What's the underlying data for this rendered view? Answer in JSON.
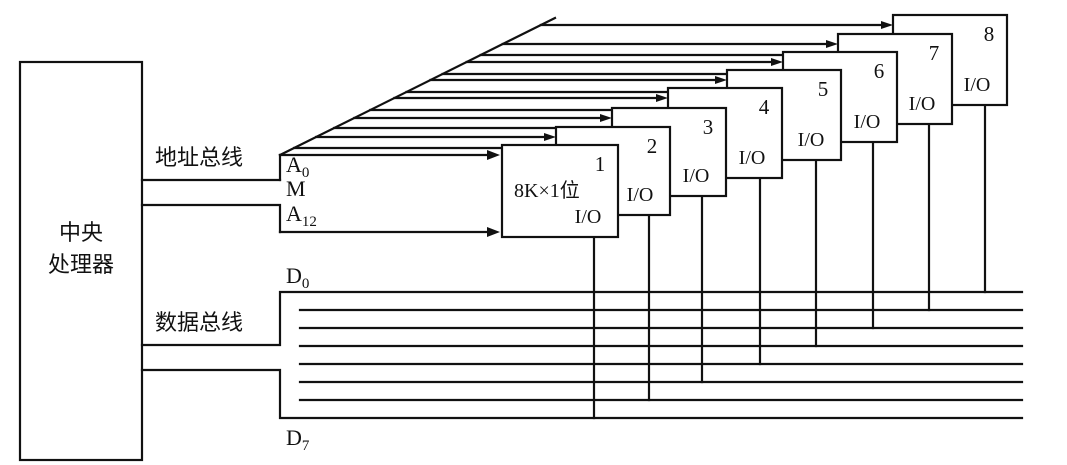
{
  "cpu": {
    "line1": "中央",
    "line2": "处理器"
  },
  "address_bus": {
    "label": "地址总线",
    "pin_top_letter": "A",
    "pin_top_sub": "0",
    "pin_middle": "M",
    "pin_bottom_letter": "A",
    "pin_bottom_sub": "12"
  },
  "data_bus": {
    "label": "数据总线",
    "top_letter": "D",
    "top_sub": "0",
    "bottom_letter": "D",
    "bottom_sub": "7"
  },
  "chips": [
    {
      "number": "1",
      "spec": "8K×1位",
      "io": "I/O"
    },
    {
      "number": "2",
      "io": "I/O"
    },
    {
      "number": "3",
      "io": "I/O"
    },
    {
      "number": "4",
      "io": "I/O"
    },
    {
      "number": "5",
      "io": "I/O"
    },
    {
      "number": "6",
      "io": "I/O"
    },
    {
      "number": "7",
      "io": "I/O"
    },
    {
      "number": "8",
      "io": "I/O"
    }
  ],
  "colors": {
    "line": "#111111",
    "background": "#ffffff"
  }
}
